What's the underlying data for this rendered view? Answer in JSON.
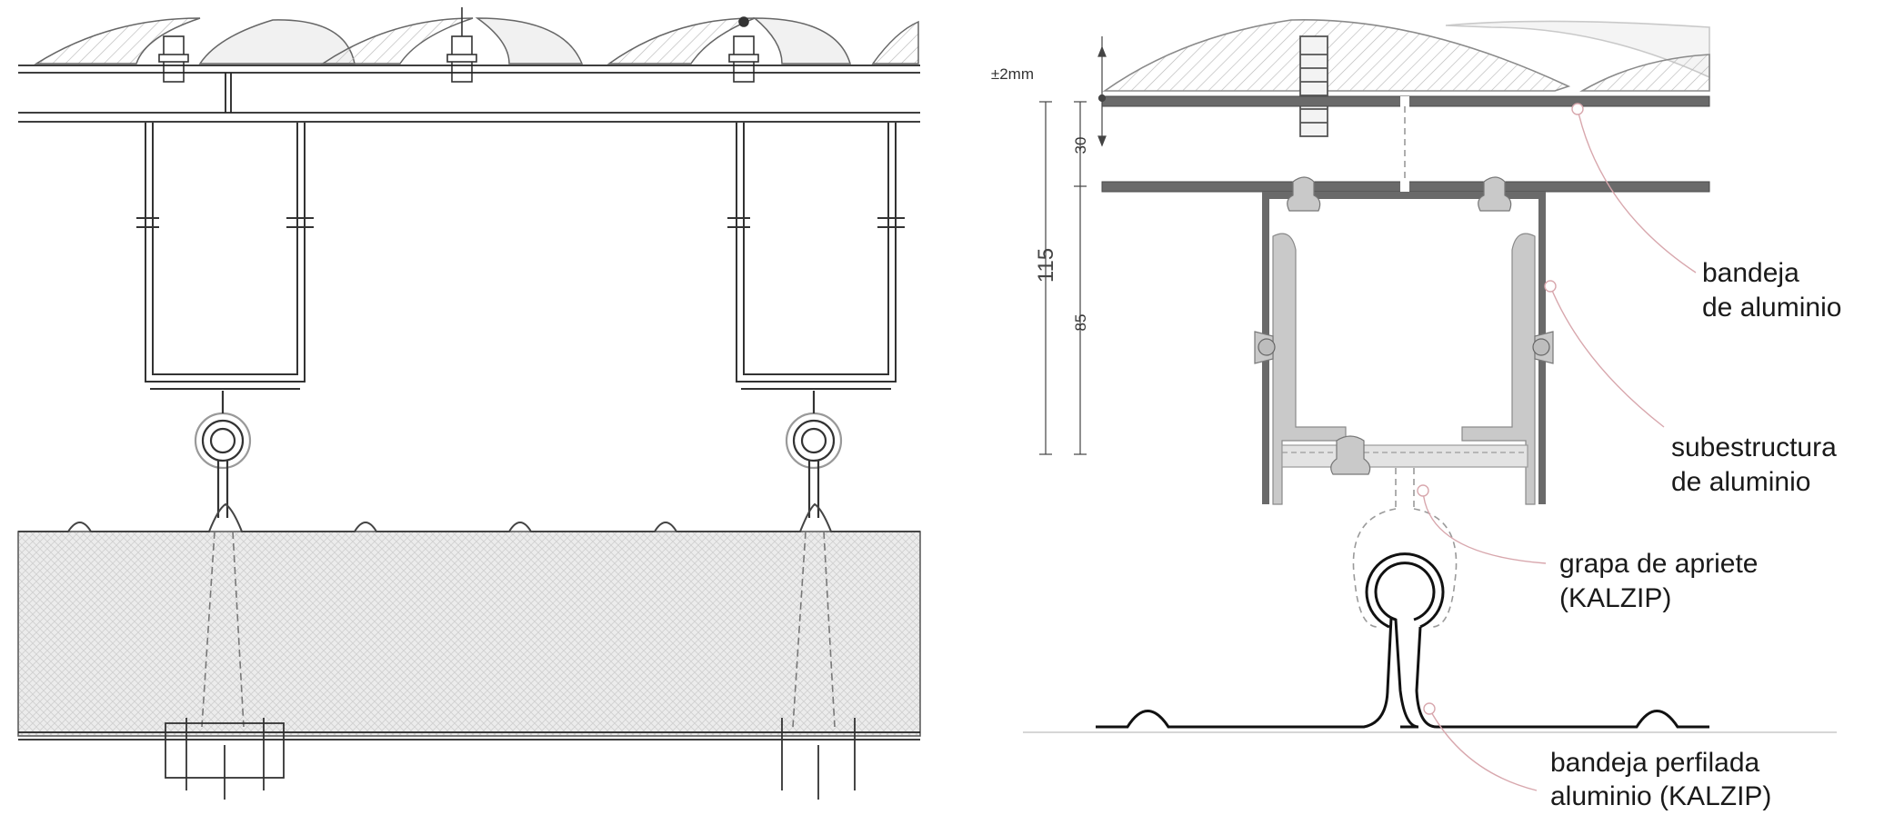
{
  "dimensions": {
    "tolerance": "±2mm",
    "gap": "30",
    "total": "115",
    "height": "85"
  },
  "labels": [
    {
      "line1": "bandeja",
      "line2": "de aluminio"
    },
    {
      "line1": "subestructura",
      "line2": "de aluminio"
    },
    {
      "line1": "grapa de apriete",
      "line2": "(KALZIP)"
    },
    {
      "line1": "bandeja perfilada",
      "line2": "aluminio (KALZIP)"
    }
  ],
  "colors": {
    "line": "#1a1a1a",
    "profile": "#6e6e6e",
    "hatch": "#bdbdbd",
    "leader": "#d8a7ad"
  }
}
